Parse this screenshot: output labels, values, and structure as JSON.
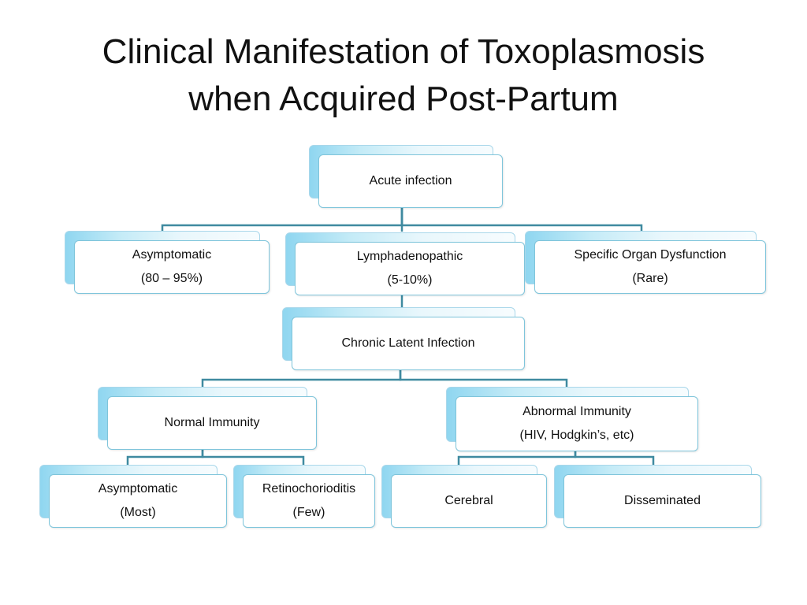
{
  "title": {
    "line1": "Clinical Manifestation of Toxoplasmosis",
    "line2": "when Acquired Post-Partum"
  },
  "nodes": {
    "acute": {
      "line1": "Acute infection"
    },
    "asymptomatic_top": {
      "line1": "Asymptomatic",
      "line2": "(80 – 95%)"
    },
    "lymphadenopathic": {
      "line1": "Lymphadenopathic",
      "line2": "(5-10%)"
    },
    "organ_dysfunction": {
      "line1": "Specific Organ Dysfunction",
      "line2": "(Rare)"
    },
    "chronic": {
      "line1": "Chronic Latent Infection"
    },
    "normal_immunity": {
      "line1": "Normal Immunity"
    },
    "abnormal_immunity": {
      "line1": "Abnormal Immunity",
      "line2": "(HIV, Hodgkin’s, etc)"
    },
    "asymptomatic_most": {
      "line1": "Asymptomatic",
      "line2": "(Most)"
    },
    "retinochoroiditis": {
      "line1": "Retinochorioditis",
      "line2": "(Few)"
    },
    "cerebral": {
      "line1": "Cerebral"
    },
    "disseminated": {
      "line1": "Disseminated"
    }
  },
  "colors": {
    "connector": "#3f8aa0",
    "box_border": "#7fc5db",
    "box_gradient": "#8fd6f0"
  }
}
